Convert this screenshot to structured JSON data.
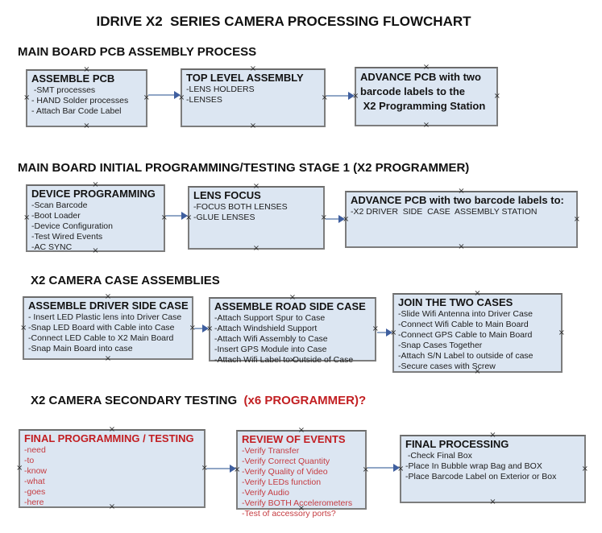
{
  "title": "IDRIVE X2  SERIES CAMERA PROCESSING FLOWCHART",
  "icons": {
    "connector_marker": "×"
  },
  "colors": {
    "box_fill": "#dce6f2",
    "box_border": "#7d7d7d",
    "black_text": "#141414",
    "red_heading": "#c21e22",
    "red_item": "#c53b40",
    "arrow_line": "#90a6c6",
    "arrow_head": "#3f5f9f"
  },
  "sections": [
    {
      "heading_black": "MAIN BOARD PCB ASSEMBLY PROCESS",
      "heading_red": "",
      "boxes": [
        {
          "title": "ASSEMBLE PCB",
          "items": [
            " -SMT processes",
            "- HAND Solder processes",
            "- Attach Bar Code Label"
          ]
        },
        {
          "title": "TOP LEVEL ASSEMBLY",
          "items": [
            "-LENS HOLDERS",
            "-LENSES"
          ]
        },
        {
          "lines": [
            "ADVANCE PCB with two",
            "barcode labels to the",
            " X2 Programming Station"
          ]
        }
      ]
    },
    {
      "heading_black": "MAIN BOARD INITIAL PROGRAMMING/TESTING STAGE 1 (X2 PROGRAMMER)",
      "heading_red": "",
      "boxes": [
        {
          "title": "DEVICE PROGRAMMING",
          "items": [
            "-Scan Barcode",
            "-Boot Loader",
            "-Device Configuration",
            "-Test Wired Events",
            "-AC SYNC"
          ]
        },
        {
          "title": "LENS FOCUS",
          "items": [
            "-FOCUS BOTH LENSES",
            "-GLUE LENSES"
          ]
        },
        {
          "title": "ADVANCE PCB with two barcode labels to:",
          "items": [
            "-X2 DRIVER  SIDE  CASE  ASSEMBLY STATION"
          ]
        }
      ]
    },
    {
      "heading_black": "X2 CAMERA CASE ASSEMBLIES",
      "heading_red": "",
      "boxes": [
        {
          "title": "ASSEMBLE DRIVER SIDE CASE",
          "items": [
            "- Insert LED Plastic lens into Driver Case",
            "-Snap LED Board with Cable into Case",
            "-Connect LED Cable to X2 Main Board",
            "-Snap Main Board into case"
          ]
        },
        {
          "title": "ASSEMBLE ROAD SIDE CASE",
          "items": [
            "-Attach Support Spur to Case",
            "-Attach Windshield Support",
            "-Attach Wifi Assembly to Case",
            "-Insert GPS Module into Case",
            "-Attach Wifi Label to Outside of Case"
          ]
        },
        {
          "title": "JOIN THE TWO CASES",
          "items": [
            "-Slide Wifi Antenna into Driver Case",
            "-Connect Wifi Cable to Main Board",
            "-Connect GPS Cable to Main Board",
            "-Snap Cases Together",
            "-Attach S/N Label to outside of case",
            "-Secure cases with Screw"
          ]
        }
      ]
    },
    {
      "heading_black": "X2 CAMERA SECONDARY TESTING  ",
      "heading_red": "(x6 PROGRAMMER)?",
      "boxes": [
        {
          "title": "FINAL PROGRAMMING / TESTING",
          "items": [
            "-need",
            "-to",
            "-know",
            "-what",
            "-goes",
            "-here"
          ]
        },
        {
          "title": "REVIEW OF EVENTS",
          "items": [
            "-Verify Transfer",
            "-Verify Correct Quantity",
            "-Verify Quality of Video",
            "-Verify LEDs function",
            "-Verify Audio",
            "-Verify BOTH Accelerometers",
            "-Test of accessory ports?"
          ]
        },
        {
          "title": "FINAL PROCESSING",
          "items": [
            " -Check Final Box",
            "-Place In Bubble wrap Bag and BOX",
            "-Place Barcode Label on Exterior or Box"
          ]
        }
      ]
    }
  ]
}
